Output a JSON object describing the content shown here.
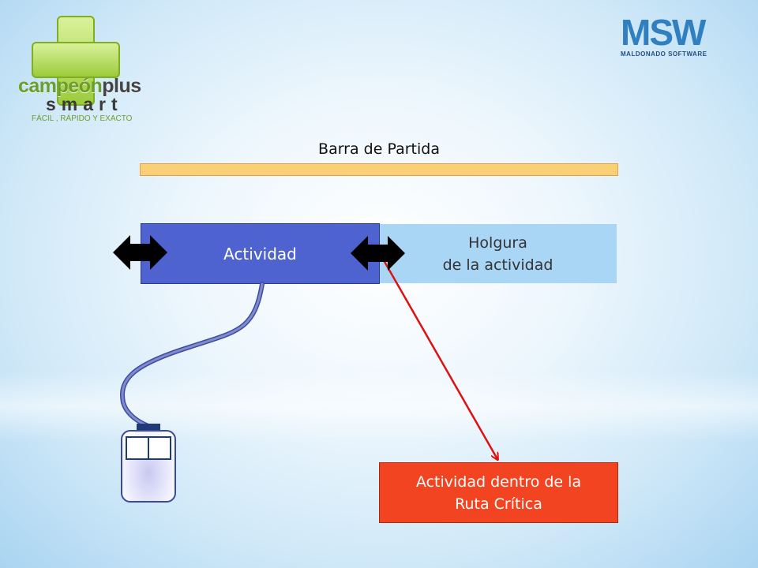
{
  "logos": {
    "left": {
      "brand_main": "campeón",
      "brand_accent": "plus",
      "brand_line2": "smart",
      "tagline": "FÁCIL , RÁPIDO Y EXACTO"
    },
    "right": {
      "mark": "MSW",
      "subtitle": "MALDONADO SOFTWARE"
    }
  },
  "diagram": {
    "start_bar_label": "Barra de Partida",
    "activity_label": "Actividad",
    "slack_label_line1": "Holgura",
    "slack_label_line2": "de la actividad",
    "critical_label_line1": "Actividad dentro de la",
    "critical_label_line2": "Ruta Crítica"
  },
  "colors": {
    "start_bar": "#fbcf76",
    "activity": "#4e63d0",
    "slack": "#aad6f6",
    "critical": "#f24421",
    "connector_red": "#e01010",
    "cable": "#5b69b8"
  },
  "icons": [
    "double-arrow-icon",
    "double-arrow-icon",
    "mouse-icon",
    "plus-cross-icon"
  ]
}
